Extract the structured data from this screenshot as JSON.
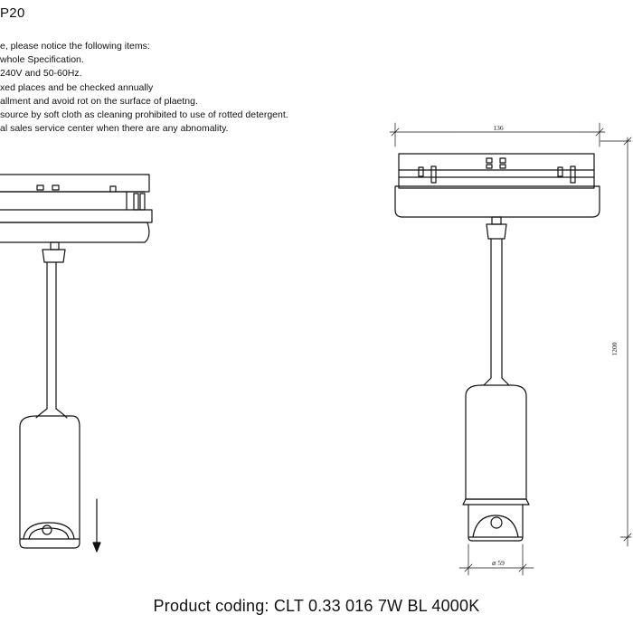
{
  "header": {
    "ip_rating": "P20"
  },
  "notes": {
    "intro": "e, please notice the following items:",
    "items": [
      "whole Specification.",
      "240V and 50-60Hz.",
      "xed places and be checked annually",
      "allment and avoid rot on the surface of plaetng.",
      "source by soft cloth as cleaning prohibited to use of rotted detergent.",
      "al sales service center when there are any abnomality."
    ]
  },
  "dimensions": {
    "width": "136",
    "height": "1200",
    "diameter": "⌀ 59"
  },
  "footer": {
    "product_coding": "Product coding: CLT 0.33 016 7W BL 4000K"
  }
}
